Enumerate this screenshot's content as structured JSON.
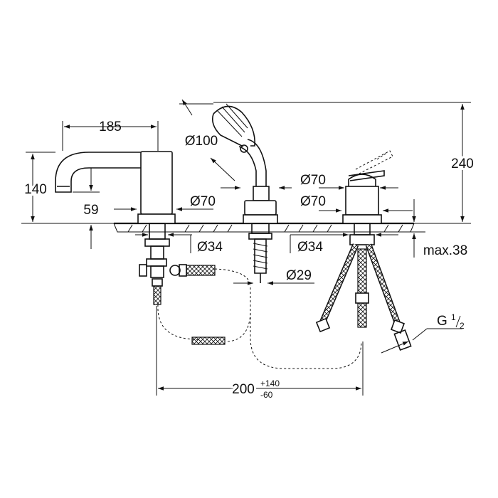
{
  "dimensions": {
    "spout_length": "185",
    "spout_height": "140",
    "spout_below": "59",
    "base_left": "Ø70",
    "shower_head": "Ø100",
    "shower_base": "Ø70",
    "mixer_top": "Ø70",
    "mixer_base": "Ø70",
    "overall_height": "240",
    "shank_left": "Ø34",
    "shank_right": "Ø34",
    "hose_guide": "Ø29",
    "max_deck": "max.38",
    "spacing": "200",
    "spacing_plus": "+140",
    "spacing_minus": "-60",
    "thread": "G",
    "thread_num": "1",
    "thread_den": "2"
  }
}
